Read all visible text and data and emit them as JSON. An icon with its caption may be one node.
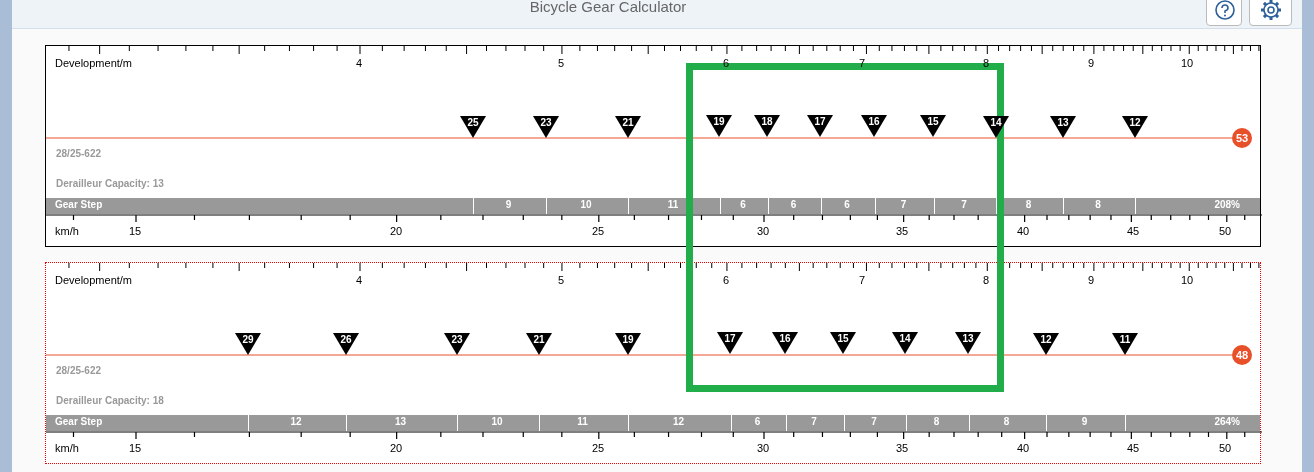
{
  "diagram": {
    "title": "Bicycle Gear Calculator",
    "nodes": [
      {
        "text": [
          "28/25-622",
          "Derailleur Capacity: 13"
        ]
      },
      {
        "text": [
          "25"
        ],
        "in": 0
      },
      {
        "text": [
          "23"
        ],
        "in": 0
      },
      {
        "text": [
          "21"
        ],
        "in": 0
      },
      {
        "text": [
          "19"
        ]
      },
      {
        "text": [
          "18"
        ]
      },
      {
        "text": [
          "17"
        ]
      },
      {
        "text": [
          "16"
        ]
      },
      {
        "text": [
          "15"
        ]
      },
      {
        "text": [
          "14"
        ],
        "in": 0
      },
      {
        "text": [
          "13"
        ],
        "in": 0
      },
      {
        "text": [
          "12"
        ],
        "in": 0
      },
      {
        "text": [
          "53"
        ],
        "in": 0
      },
      {
        "text": [
          "28/25-622",
          "Derailleur Capacity: 18"
        ]
      },
      {
        "text": [
          "29"
        ],
        "in": 13
      },
      {
        "text": [
          "26"
        ],
        "in": 13
      },
      {
        "text": [
          "23"
        ],
        "in": 13
      },
      {
        "text": [
          "21"
        ],
        "in": 13
      },
      {
        "text": [
          "19"
        ],
        "in": 13
      },
      {
        "text": [
          "17"
        ]
      },
      {
        "text": [
          "16"
        ]
      },
      {
        "text": [
          "15"
        ]
      },
      {
        "text": [
          "14"
        ]
      },
      {
        "text": [
          "13"
        ]
      },
      {
        "text": [
          "12"
        ],
        "in": 13
      },
      {
        "text": [
          "11"
        ],
        "in": 13
      },
      {
        "text": [
          "48"
        ],
        "in": 13
      },
      {
        "text": [],
        "shape": "box"
      }
    ],
    "edges": [],
    "labels": [
      "Development/m",
      "4",
      "5",
      "6",
      "7",
      "8",
      "9",
      "10",
      "Gear Step",
      "9",
      "10",
      "11",
      "6",
      "6",
      "6",
      "7",
      "7",
      "8",
      "8",
      "208%",
      "km/h",
      "15",
      "20",
      "25",
      "30",
      "35",
      "40",
      "45",
      "50",
      "Development/m",
      "4",
      "5",
      "6",
      "7",
      "8",
      "9",
      "10",
      "Gear Step",
      "12",
      "13",
      "10",
      "11",
      "12",
      "6",
      "7",
      "7",
      "8",
      "8",
      "9",
      "264%",
      "km/h",
      "15",
      "20",
      "25",
      "30",
      "35",
      "40",
      "45",
      "50"
    ]
  }
}
